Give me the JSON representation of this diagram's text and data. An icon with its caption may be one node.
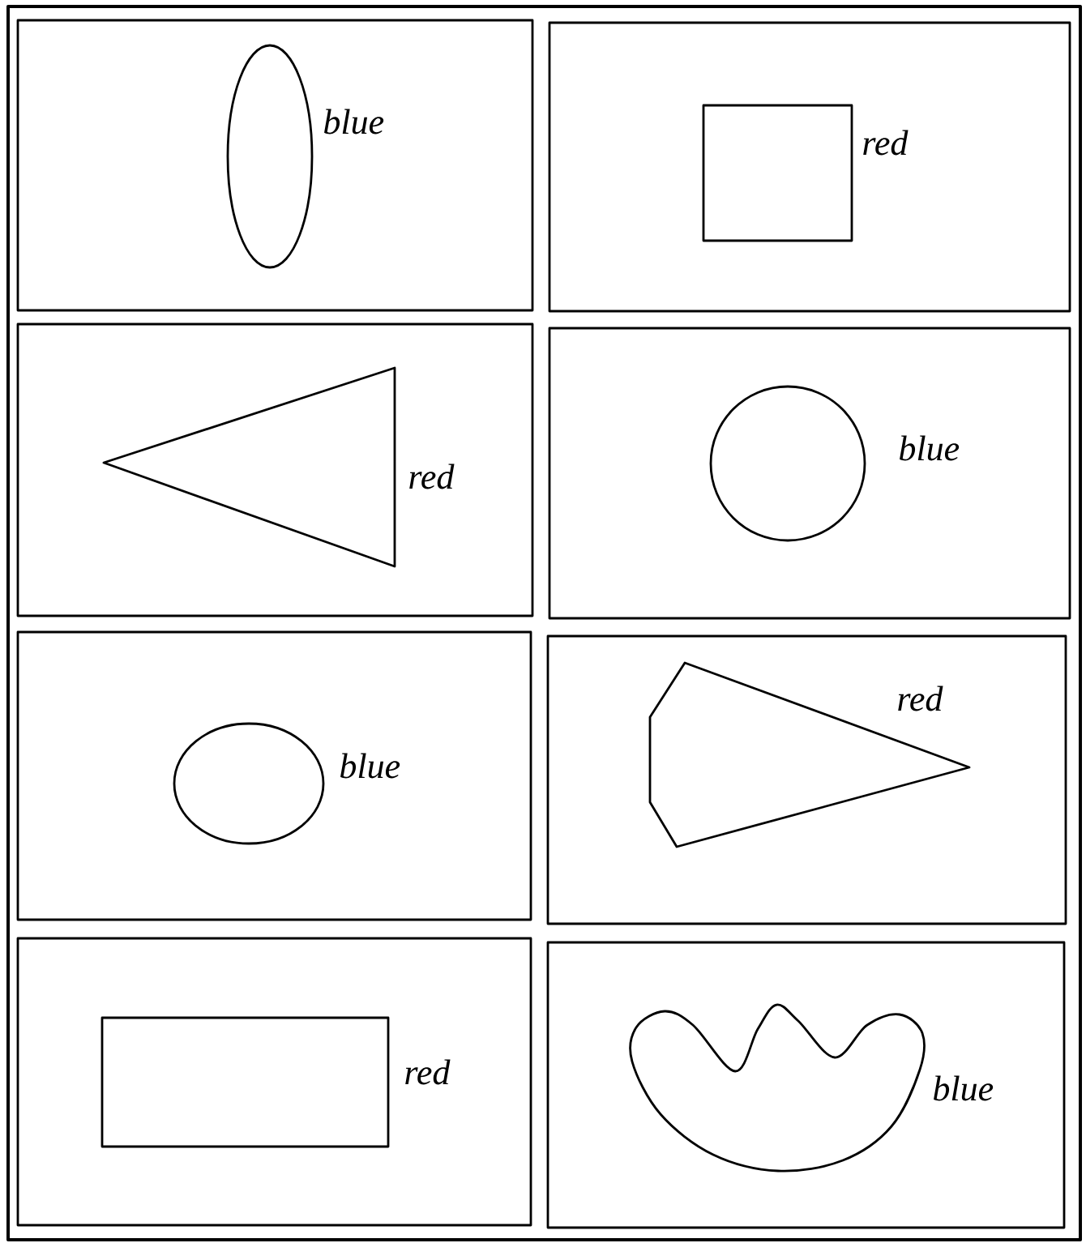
{
  "diagram": {
    "nodes": [
      {
        "text": [],
        "shape": "box"
      },
      {
        "text": [],
        "shape": "ellipse",
        "in": 0,
        "beside": [
          "blue"
        ]
      },
      {
        "text": [],
        "shape": "box"
      },
      {
        "text": [],
        "shape": "rectangle",
        "in": 2,
        "beside": [
          "red"
        ]
      },
      {
        "text": [],
        "shape": "box"
      },
      {
        "text": [],
        "shape": "triangle",
        "in": 4,
        "beside": [
          "red"
        ]
      },
      {
        "text": [],
        "shape": "box"
      },
      {
        "text": [],
        "shape": "circle",
        "in": 6,
        "beside": [
          "blue"
        ]
      },
      {
        "text": [],
        "shape": "box"
      },
      {
        "text": [],
        "shape": "ellipse",
        "in": 8,
        "beside": [
          "blue"
        ]
      },
      {
        "text": [],
        "shape": "box"
      },
      {
        "text": [],
        "shape": "polygon",
        "in": 10,
        "beside": [
          "red"
        ]
      },
      {
        "text": [],
        "shape": "box"
      },
      {
        "text": [],
        "shape": "rectangle",
        "in": 12,
        "beside": [
          "red"
        ]
      },
      {
        "text": [],
        "shape": "box"
      },
      {
        "text": [],
        "shape": "cloud",
        "in": 14,
        "beside": [
          "blue"
        ]
      }
    ]
  }
}
